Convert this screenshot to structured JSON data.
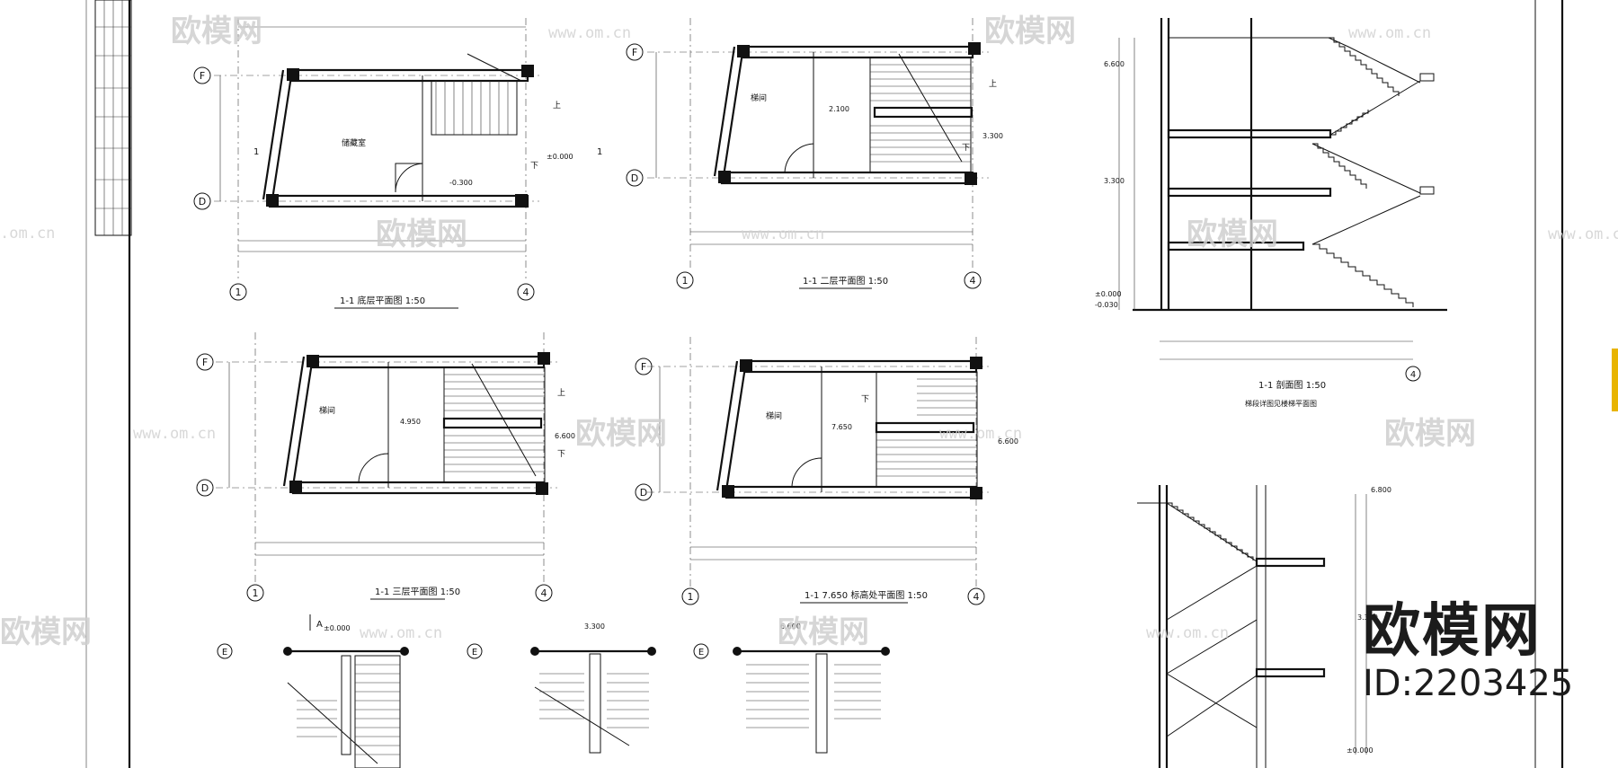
{
  "sheet": {
    "titles": {
      "plan_1": "1-1 底层平面图  1:50",
      "plan_2": "1-1 二层平面图  1:50",
      "plan_3": "1-1 三层平面图  1:50",
      "plan_4": "1-1 7.650   标高处平面图  1:50",
      "section": "1-1 剖面图  1:50",
      "section_note": "梯段详图见楼梯平面图"
    },
    "grid": {
      "F": "F",
      "D": "D",
      "E": "E",
      "one": "1",
      "four": "4",
      "A": "A"
    },
    "levels": {
      "pm0": "±0.000",
      "neg030": "-0.300",
      "neg0030": "-0.030",
      "l2100": "2.100",
      "l3300": "3.300",
      "l4950": "4.950",
      "l6600": "6.600",
      "l7650": "7.650",
      "l6800": "6.800",
      "l3300b": "3.300"
    },
    "room_labels": {
      "entry": "梯间",
      "store": "储藏室"
    },
    "markers": {
      "up": "上",
      "down": "下",
      "section": "1"
    }
  },
  "watermark": {
    "brand": "欧模网",
    "url": "www.om.cn",
    "url_cut": ".om.cn"
  },
  "brand": {
    "name": "欧模网",
    "id": "ID:2203425"
  }
}
